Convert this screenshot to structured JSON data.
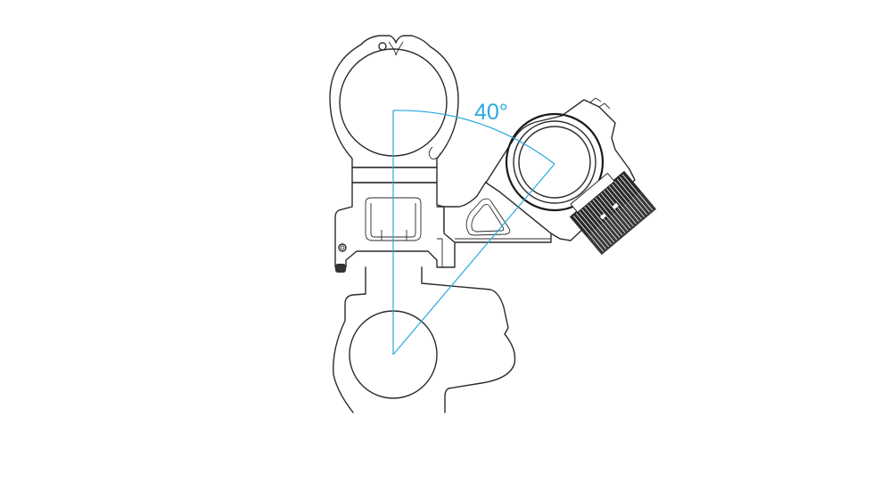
{
  "diagram": {
    "subject": "Offset red dot sight mount on scope ring / rail",
    "annotation": {
      "angle_label": "40°",
      "angle_degrees": 40,
      "color": "#29a8df"
    },
    "line_color": "#2b2b2b",
    "background": "#ffffff"
  }
}
